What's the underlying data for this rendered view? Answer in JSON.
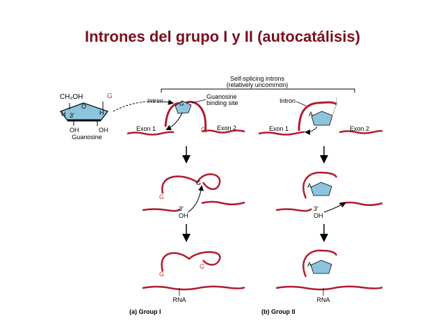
{
  "slide": {
    "title": "Intrones del grupo I y II (autocatálisis)"
  },
  "header": {
    "line1": "Self-splicing introns",
    "line2": "(relatively uncommon)"
  },
  "guanosine": {
    "ch2oh": "CH₂OH",
    "ring_o": "O",
    "g": "G",
    "h_left": "H",
    "h_right": "H",
    "three_prime": "3′",
    "oh_left": "OH",
    "oh_right": "OH",
    "name": "Guanosine"
  },
  "group1": {
    "intron_label": "Intron",
    "binding_label_1": "Guanosine",
    "binding_label_2": "binding site",
    "exon1": "Exon 1",
    "exon2": "Exon 2",
    "g_end": "G",
    "g_bound": "G",
    "g_free": "G",
    "g_step2": "G",
    "three_prime": "3′",
    "oh": "OH",
    "g_step3_a": "G",
    "g_step3_b": "G",
    "rna": "RNA",
    "caption": "(a) Group I"
  },
  "group2": {
    "intron_label": "Intron",
    "exon1": "Exon 1",
    "exon2": "Exon 2",
    "a_1": "A",
    "a_2": "A",
    "a_3": "A",
    "three_prime": "3′",
    "oh": "OH",
    "rna": "RNA",
    "caption": "(b) Group II"
  },
  "colors": {
    "title": "#7a1020",
    "rna_strand": "#b01c2e",
    "ribose_fill": "#8cc4de",
    "g_label": "#c0392b"
  }
}
